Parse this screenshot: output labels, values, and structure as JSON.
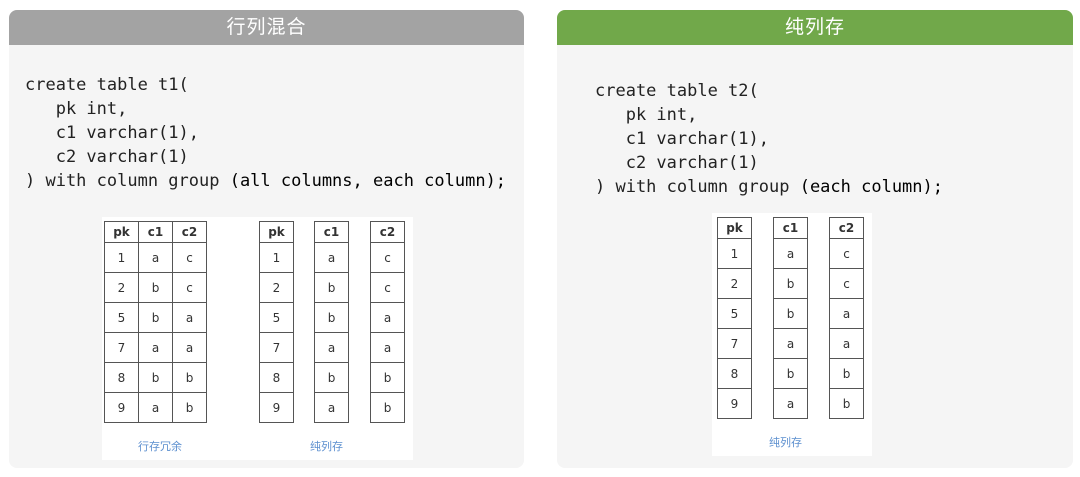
{
  "colors": {
    "left_header": "#a3a3a3",
    "right_header": "#71a84a",
    "panel_bg": "#f5f5f5",
    "caption": "#5c8fcf",
    "cell_border": "#555555"
  },
  "left": {
    "title": "行列混合",
    "code": {
      "line1": "create table t1(",
      "line2": "   pk int,",
      "line3": "   c1 varchar(1),",
      "line4": "   c2 varchar(1)",
      "line5_prefix": ") with column group ",
      "line5_args": "(all columns, each column);"
    },
    "caption_row": "行存冗余",
    "caption_col": "纯列存"
  },
  "right": {
    "title": "纯列存",
    "code": {
      "line1": "create table t2(",
      "line2": "   pk int,",
      "line3": "   c1 varchar(1),",
      "line4": "   c2 varchar(1)",
      "line5_prefix": ") with column group ",
      "line5_args": "(each column);"
    },
    "caption_col": "纯列存"
  },
  "columns": [
    "pk",
    "c1",
    "c2"
  ],
  "rows": [
    [
      "1",
      "a",
      "c"
    ],
    [
      "2",
      "b",
      "c"
    ],
    [
      "5",
      "b",
      "a"
    ],
    [
      "7",
      "a",
      "a"
    ],
    [
      "8",
      "b",
      "b"
    ],
    [
      "9",
      "a",
      "b"
    ]
  ]
}
